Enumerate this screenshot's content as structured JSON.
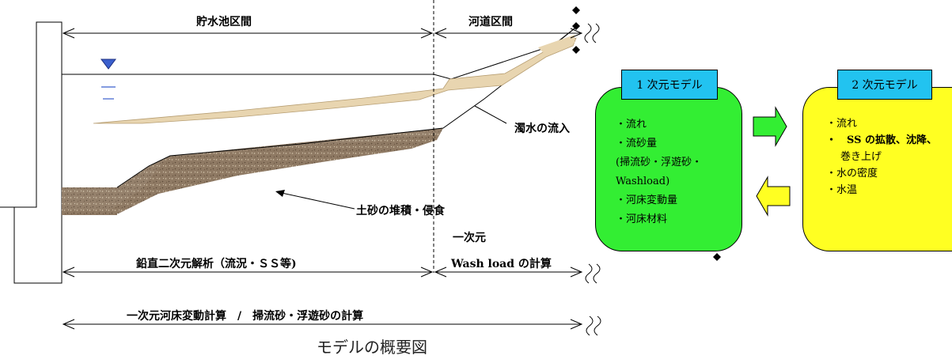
{
  "labels": {
    "reservoir_section": "貯水池区間",
    "river_section": "河道区間",
    "turbid_inflow": "濁水の流入",
    "sediment_label": "土砂の堆積・侵食",
    "one_dim": "一次元",
    "vertical_2d": "鉛直二次元解析（流況・ＳＳ等)",
    "washload_calc": "Wash load の計算",
    "bed_change_calc": "一次元河床変動計算　/　掃流砂・浮遊砂の計算"
  },
  "caption": "モデルの概要図",
  "model_1d": {
    "title": "1 次元モデル",
    "items": [
      "・流れ",
      "・流砂量",
      "(掃流砂・浮遊砂・",
      "Washload)",
      "・河床変動量",
      "・河床材料"
    ]
  },
  "model_2d": {
    "title": "2 次元モデル",
    "items": [
      "・流れ",
      "・　SS の拡散、沈降、",
      "巻き上げ",
      "・水の密度",
      "・水温"
    ]
  },
  "colors": {
    "deposit_fill": "#e8d5b0",
    "sediment_fill": "#8a7560",
    "water_marker": "#3a5fcd",
    "box_1d": "#33ee33",
    "box_2d": "#ffff22",
    "box_head": "#22c3f0",
    "arrow_right": "#33ee33",
    "arrow_left": "#ffff22"
  }
}
